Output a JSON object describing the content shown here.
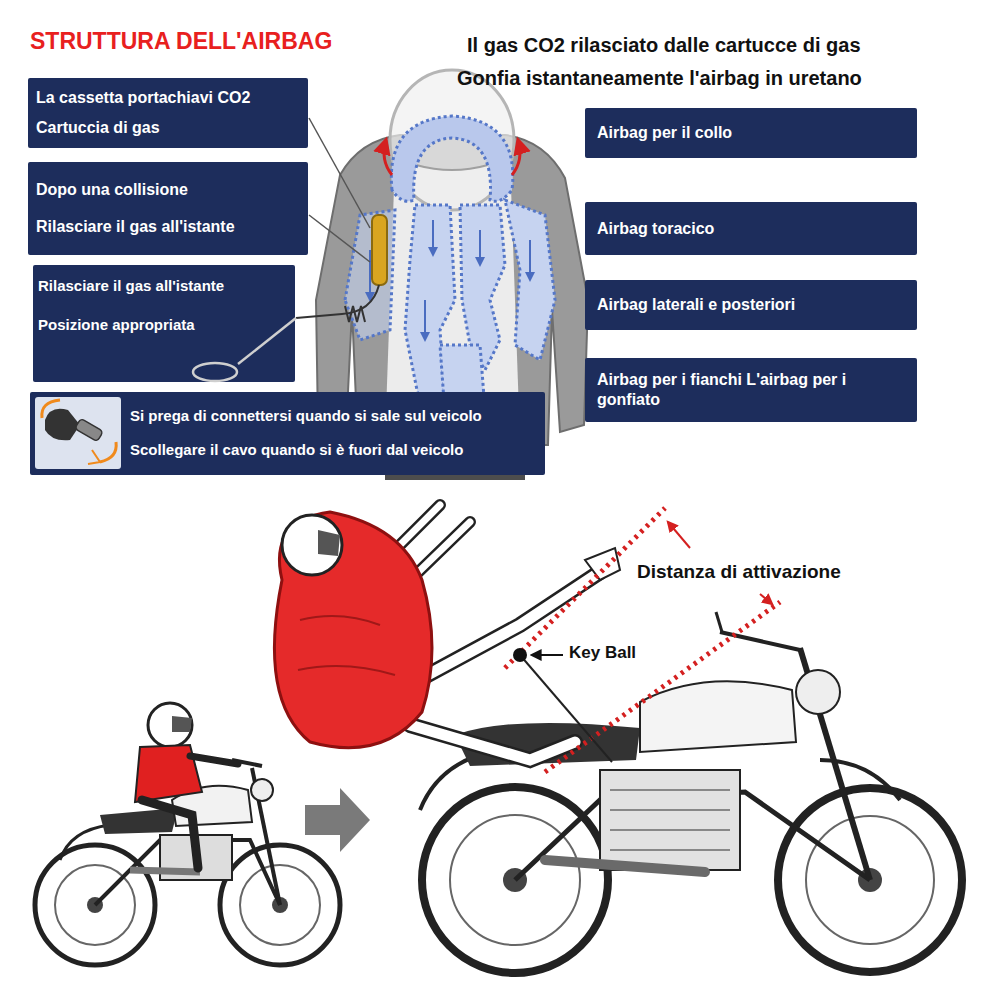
{
  "diagram": {
    "title": "STRUTTURA DELL'AIRBAG",
    "nodes": [
      {
        "text": [
          "La cassetta portachiavi CO2",
          "Cartuccia di gas"
        ]
      },
      {
        "text": [
          "Dopo una collisione",
          "Rilasciare il gas all'istante"
        ]
      },
      {
        "text": [
          "Rilasciare il gas all'istante",
          "Posizione appropriata"
        ]
      },
      {
        "text": [
          "Si prega di connettersi quando si sale sul veicolo",
          "Scollegare il cavo quando si è fuori dal veicolo"
        ]
      },
      {
        "text": [
          "Airbag per il collo"
        ]
      },
      {
        "text": [
          "Airbag toracico"
        ]
      },
      {
        "text": [
          "Airbag laterali e posteriori"
        ]
      },
      {
        "text": [
          "Airbag per i fianchi L'airbag per i gonfiato"
        ]
      }
    ],
    "labels": [
      "Il gas CO2 rilasciato dalle cartucce di gas",
      "Gonfia istantaneamente l'airbag in uretano",
      "Distanza di attivazione",
      "Key Ball"
    ]
  }
}
